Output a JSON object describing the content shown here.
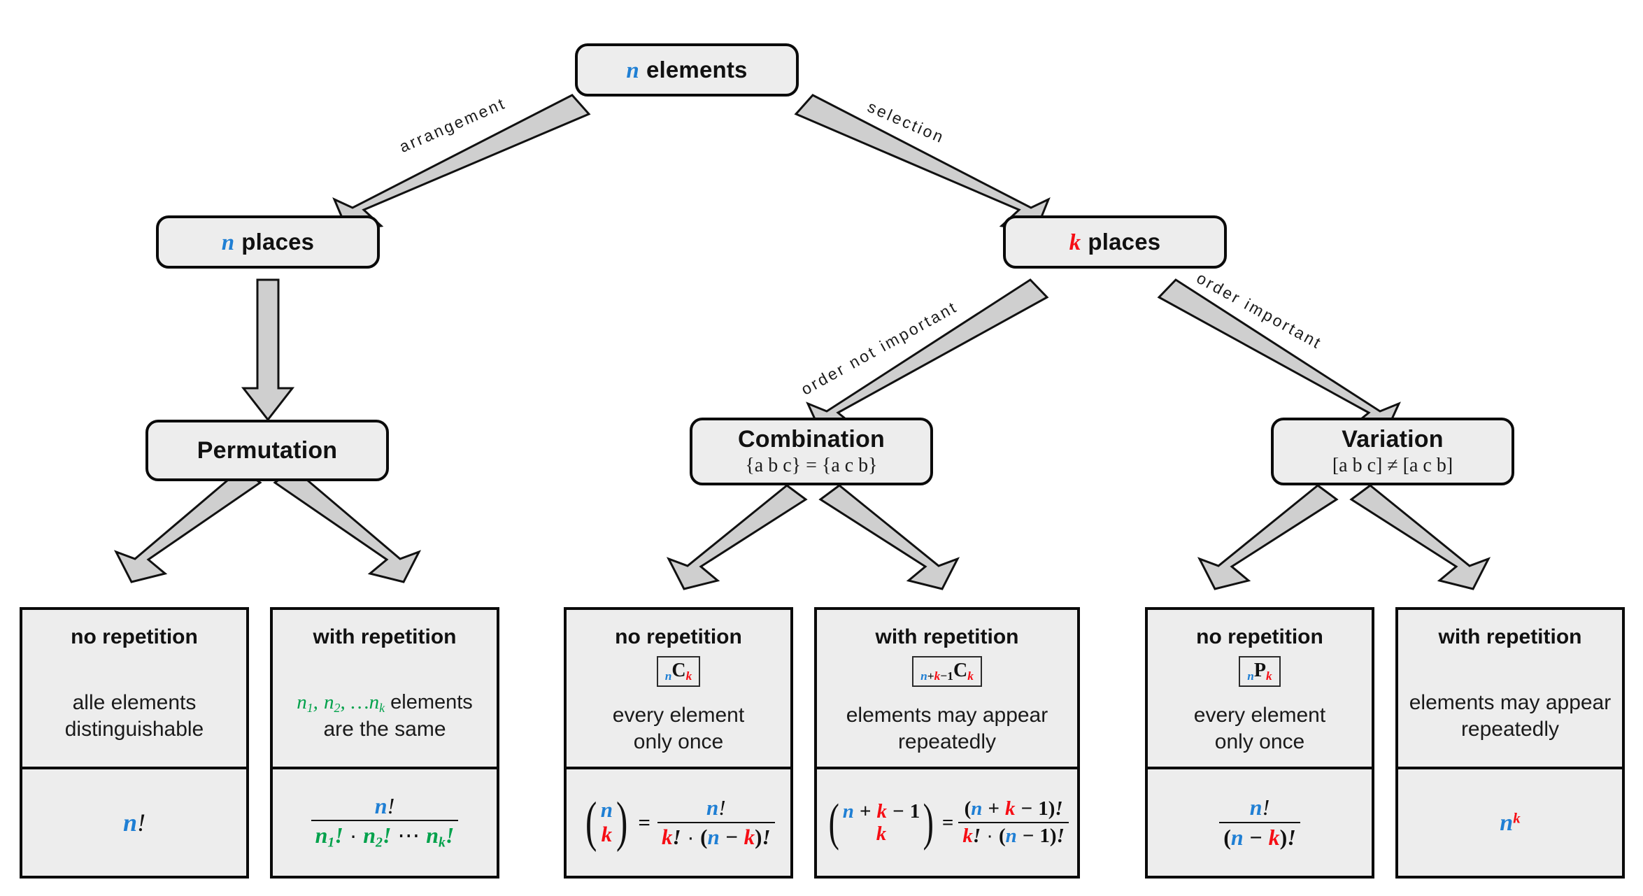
{
  "diagram": {
    "title": "Combinatorics decision tree",
    "colors": {
      "blue": "#1f7fd4",
      "red": "#f60d14",
      "green": "#00a14b",
      "box_fill": "#ededed",
      "box_border": "#0a0a0a",
      "arrow_fill": "#cfcfcf"
    }
  },
  "nodes": {
    "root": {
      "symbol": "n",
      "symbol_color": "blue",
      "text": "elements"
    },
    "n_places": {
      "symbol": "n",
      "symbol_color": "blue",
      "text": "places"
    },
    "k_places": {
      "symbol": "k",
      "symbol_color": "red",
      "text": "places"
    },
    "permutation": {
      "title": "Permutation",
      "subtitle": ""
    },
    "combination": {
      "title": "Combination",
      "subtitle": "{a b c} = {a c b}"
    },
    "variation": {
      "title": "Variation",
      "subtitle": "[a b c] ≠ [a c b]"
    }
  },
  "edges": {
    "arrangement": "arrangement",
    "selection": "selection",
    "order_not_important": "order not important",
    "order_important": "order important"
  },
  "cards": [
    {
      "id": "permutation-no-repetition",
      "header": "no repetition",
      "notation": null,
      "description": "alle elements\ndistinguishable",
      "formula_plain": "n!"
    },
    {
      "id": "permutation-with-repetition",
      "header": "with repetition",
      "notation": null,
      "description": "n₁, n₂, … nₖ elements\nare the same",
      "formula_plain": "n! / (n₁! · n₂! ⋯ nₖ!)"
    },
    {
      "id": "combination-no-repetition",
      "header": "no repetition",
      "notation": "nCk",
      "description": "every element\nonly once",
      "formula_plain": "(n choose k) = n! / (k! · (n − k)!)"
    },
    {
      "id": "combination-with-repetition",
      "header": "with repetition",
      "notation": "n+k−1Ck",
      "description": "elements may appear\nrepeatedly",
      "formula_plain": "(n+k−1 choose k) = (n + k − 1)! / (k! · (n − 1)!)"
    },
    {
      "id": "variation-no-repetition",
      "header": "no repetition",
      "notation": "nPk",
      "description": "every element\nonly once",
      "formula_plain": "n! / (n − k)!"
    },
    {
      "id": "variation-with-repetition",
      "header": "with repetition",
      "notation": null,
      "description": "elements may appear\nrepeatedly",
      "formula_plain": "n^k"
    }
  ],
  "card_text": {
    "c0_header": "no repetition",
    "c0_l1": "alle elements",
    "c0_l2": "distinguishable",
    "c1_header": "with repetition",
    "c1_l2": "are the same",
    "c2_header": "no repetition",
    "c2_l1": "every element",
    "c2_l2": "only once",
    "c3_header": "with repetition",
    "c3_l1": "elements may appear",
    "c3_l2": "repeatedly",
    "c4_header": "no repetition",
    "c4_l1": "every element",
    "c4_l2": "only once",
    "c5_header": "with repetition",
    "c5_l1": "elements may appear",
    "c5_l2": "repeatedly",
    "elements_word": "elements"
  },
  "glyphs": {
    "n": "n",
    "k": "k",
    "C": "C",
    "P": "P",
    "one": "1",
    "bang": "!",
    "plus": "+",
    "minus": "−",
    "eq": "=",
    "dot": "·",
    "cdots": "⋯",
    "ldots": "…",
    "comma": ",",
    "lp": "(",
    "rp": ")"
  }
}
